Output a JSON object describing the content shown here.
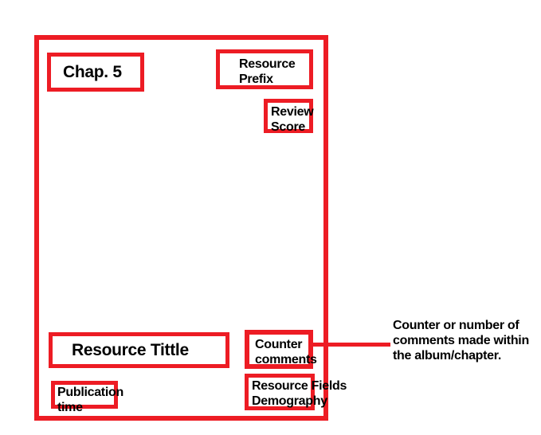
{
  "colors": {
    "accent_red": "#ED1C24",
    "text": "#000000",
    "background": "#FFFFFF"
  },
  "wireframe": {
    "chapter_box_label": "Chap. 5",
    "resource_prefix_label": "Resource\nPrefix",
    "review_score_label": "Review\nScore",
    "resource_title_label": "Resource Tittle",
    "counter_comments_label": "Counter\ncomments",
    "publication_time_label": "Publication\ntime",
    "resource_fields_label": "Resource Fields\nDemography"
  },
  "annotation": {
    "counter_comments_note": "Counter or number of\ncomments made within\nthe album/chapter."
  }
}
